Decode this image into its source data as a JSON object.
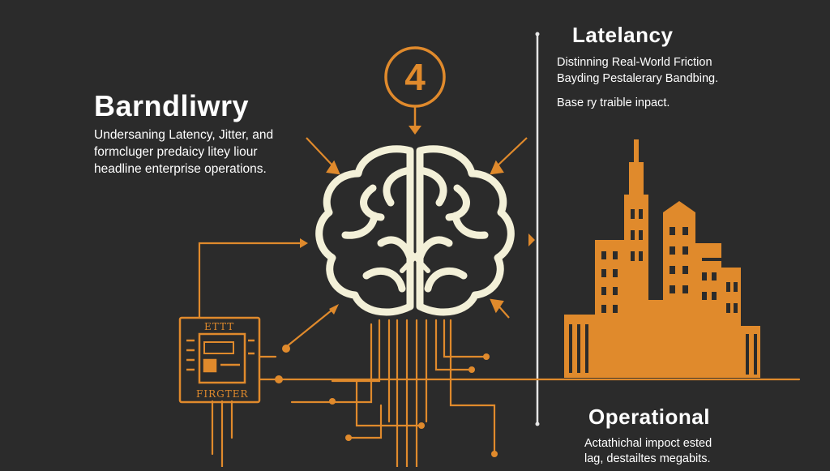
{
  "colors": {
    "background": "#2b2b2b",
    "accent": "#e08a2c",
    "brain": "#f3f0d8",
    "divider": "#e6e6e6",
    "text": "#ffffff"
  },
  "badge": {
    "number": "4"
  },
  "left_block": {
    "heading": "Barndliwry",
    "lines": [
      "Undersaning Latency, Jitter, and",
      "formcluger predaicy litey liour",
      "headline enterprise operations."
    ]
  },
  "right_block": {
    "heading": "Latelancy",
    "lines": [
      "Distinning Real-World Friction",
      "Bayding Pestalerary Bandbing."
    ],
    "note": "Base ry traible inpact."
  },
  "operational_block": {
    "heading": "Operational",
    "lines": [
      "Actathichal impoct ested",
      "lag, destailtes megabits."
    ]
  },
  "chip": {
    "top_label": "ETTT",
    "bottom_label": "FIRGTER"
  },
  "icons": {
    "center": "brain-icon",
    "badge": "number-badge-icon",
    "chip": "processor-chip-icon",
    "skyline": "city-skyline-icon"
  }
}
